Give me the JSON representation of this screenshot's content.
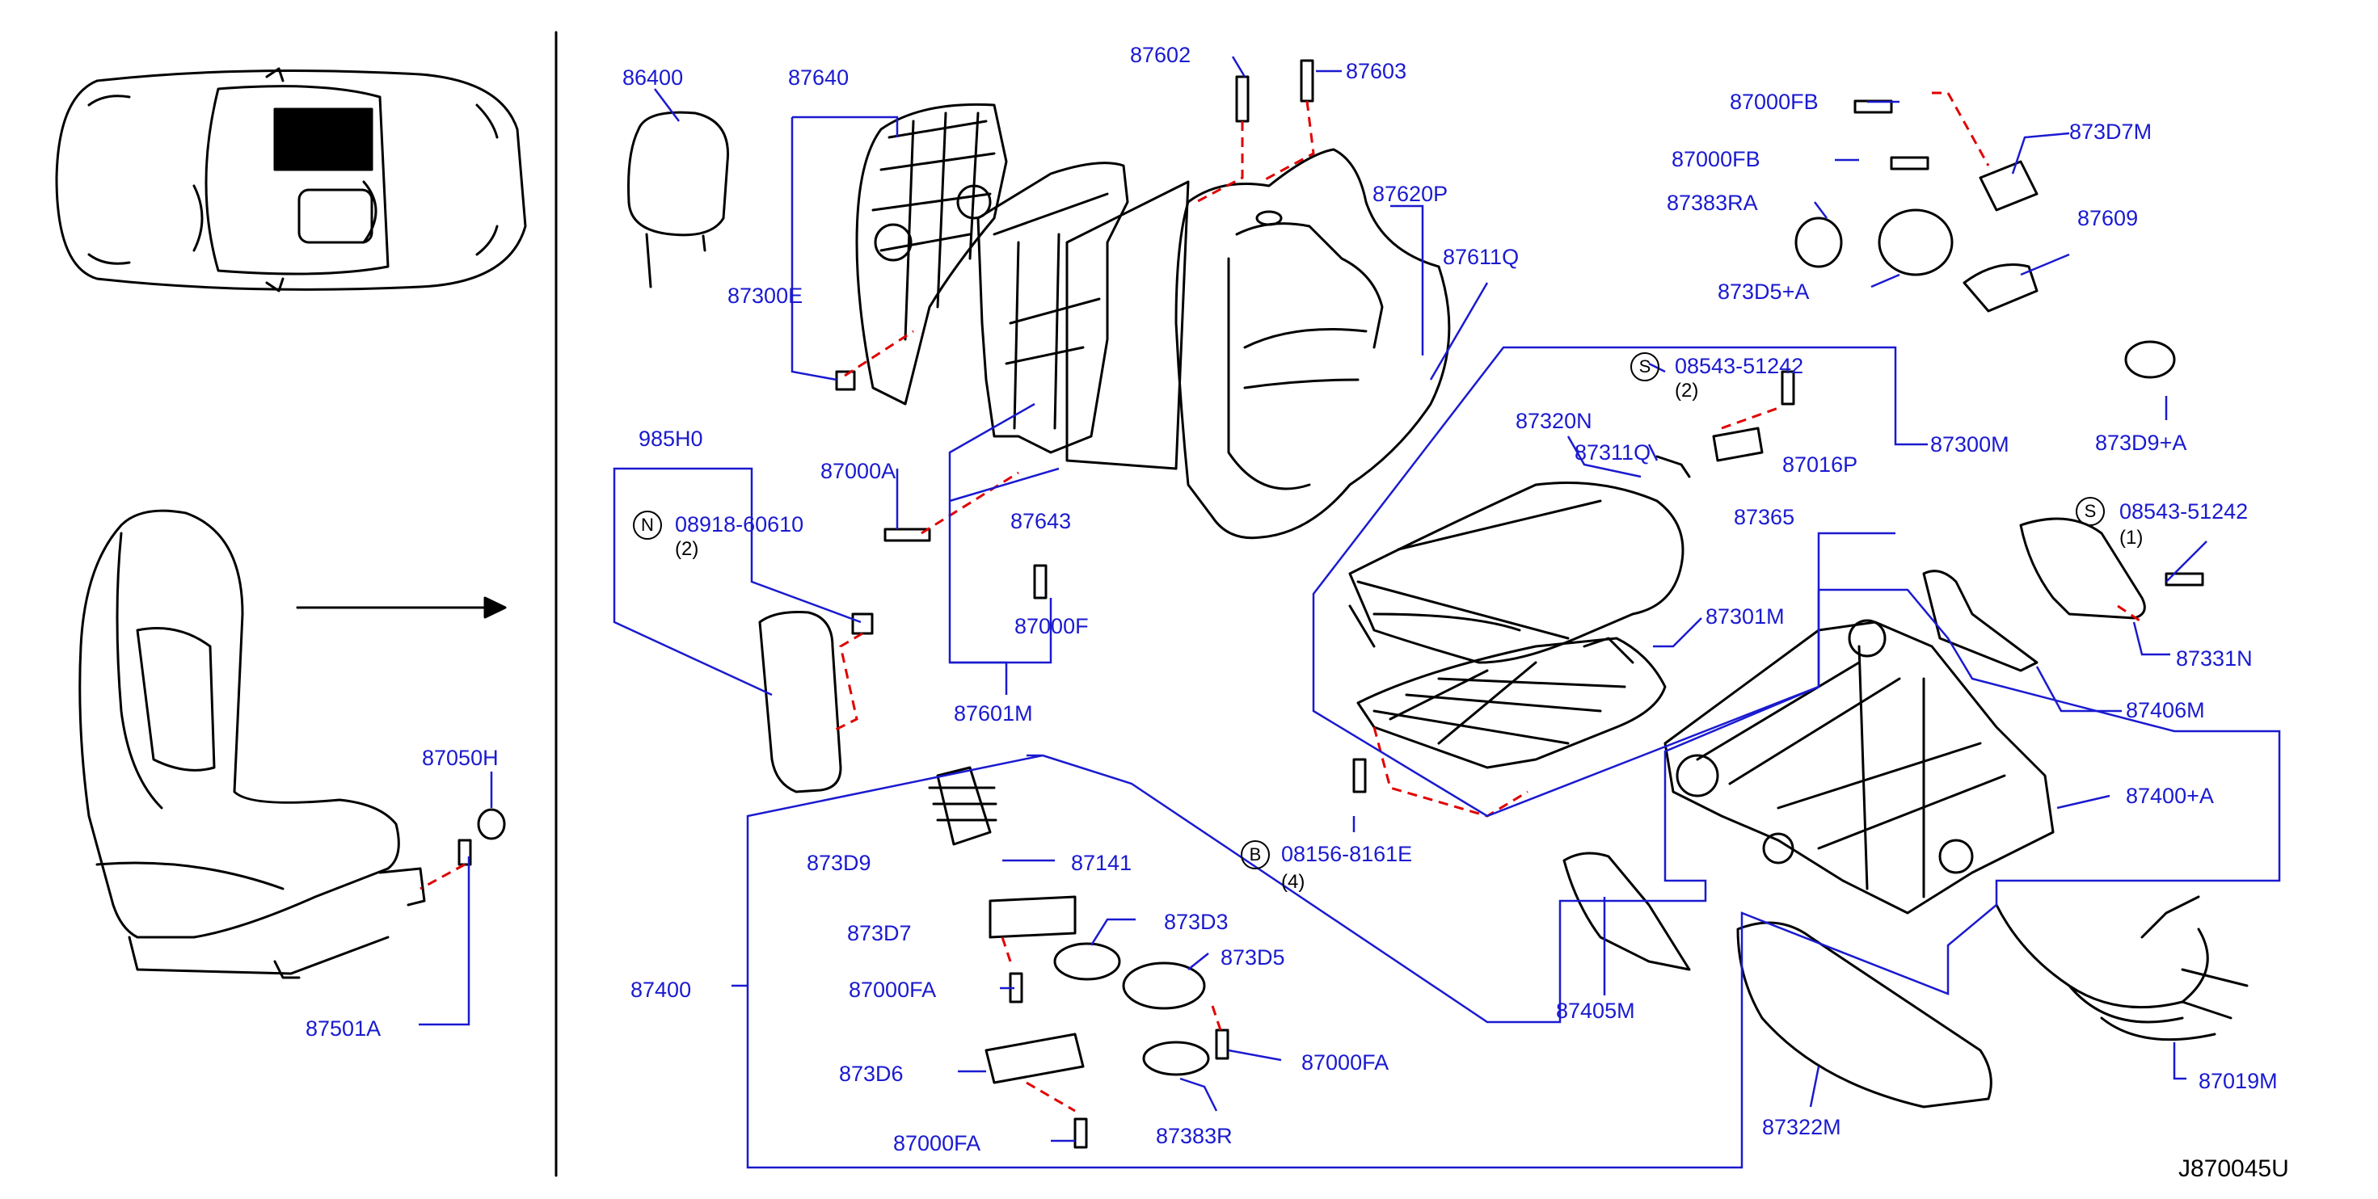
{
  "diagram_code": "J870045U",
  "colors": {
    "callout": "#1a1ad0",
    "line": "#000000",
    "dashed": "#e00000"
  },
  "labels": {
    "86400": "86400",
    "87640": "87640",
    "87300E": "87300E",
    "87602": "87602",
    "87603": "87603",
    "87620P": "87620P",
    "87611Q": "87611Q",
    "87000FB_1": "87000FB",
    "87000FB_2": "87000FB",
    "87383RA": "87383RA",
    "873D5A": "873D5+A",
    "873D7M": "873D7M",
    "87609": "87609",
    "985H0": "985H0",
    "08918-60610": "08918-60610",
    "87000A": "87000A",
    "87643": "87643",
    "87000F": "87000F",
    "87601M": "87601M",
    "08543-51242_a": "08543-51242",
    "87320N": "87320N",
    "87311Q": "87311Q",
    "87016P": "87016P",
    "87365": "87365",
    "87300M": "87300M",
    "873D9A": "873D9+A",
    "08543-51242_b": "08543-51242",
    "87301M": "87301M",
    "87331N": "87331N",
    "87406M": "87406M",
    "87050H": "87050H",
    "87501A": "87501A",
    "873D9": "873D9",
    "87141": "87141",
    "873D7": "873D7",
    "873D3": "873D3",
    "873D5": "873D5",
    "87000FA_1": "87000FA",
    "87000FA_2": "87000FA",
    "87000FA_3": "87000FA",
    "873D6": "873D6",
    "87383R": "87383R",
    "87400": "87400",
    "08156-8161E": "08156-8161E",
    "87405M": "87405M",
    "87400A": "87400+A",
    "87322M": "87322M",
    "87019M": "87019M"
  },
  "symbols": {
    "N": "N",
    "S1": "S",
    "S2": "S",
    "B": "B"
  },
  "quantities": {
    "q_n": "(2)",
    "q_s1": "(2)",
    "q_s2": "(1)",
    "q_b": "(4)"
  }
}
